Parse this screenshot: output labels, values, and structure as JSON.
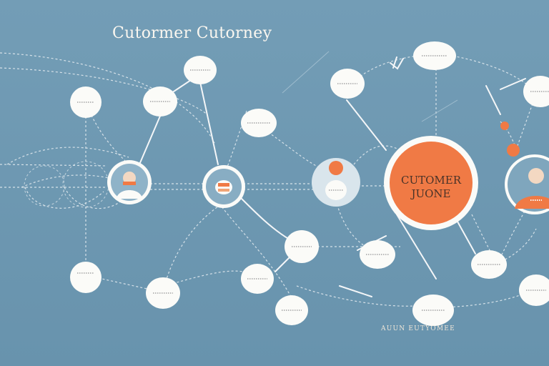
{
  "title": "Cutormer Cutorney",
  "hub": {
    "line1": "CUTOMER",
    "line2": "JUONE"
  },
  "footer": "AUUN EUTYOMEE",
  "colors": {
    "background": "#6b96b0",
    "bubble": "#fbfbf8",
    "accent": "#f07a45",
    "line": "#e8eef2"
  }
}
